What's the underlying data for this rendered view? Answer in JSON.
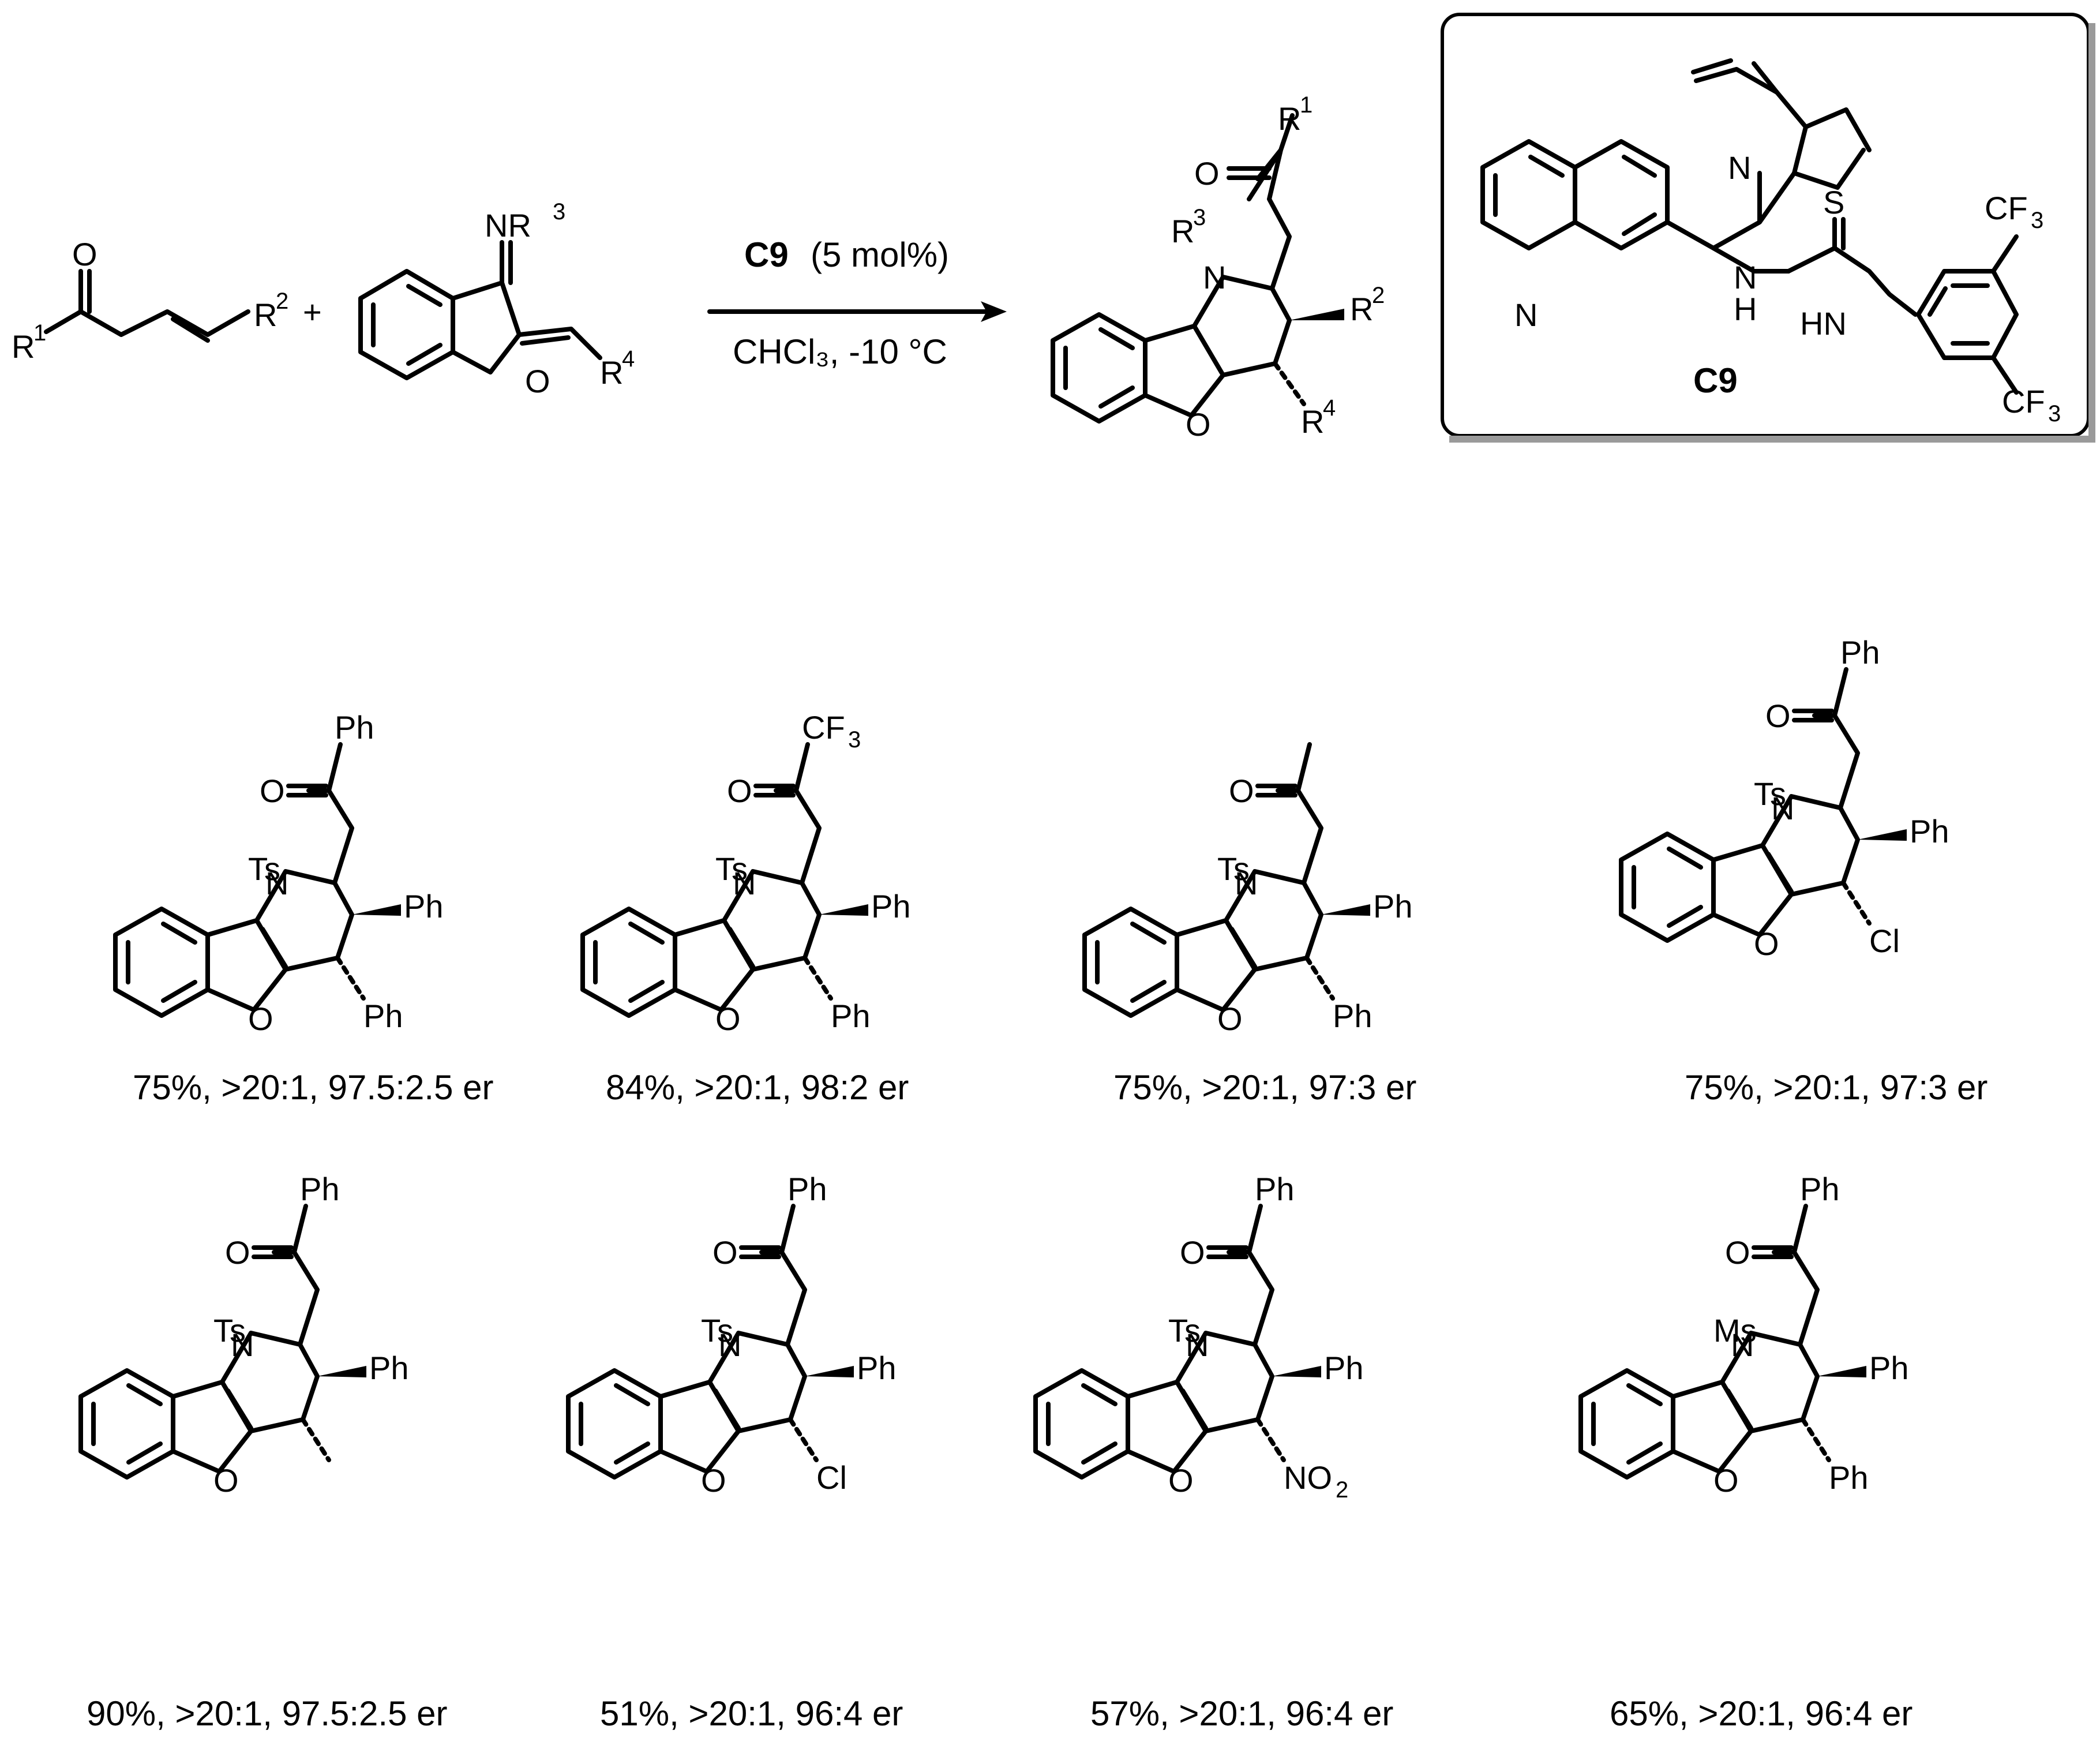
{
  "reaction": {
    "ketone_labels": {
      "o": "O",
      "r1": "R",
      "r1_sup": "1",
      "r2": "R",
      "r2_sup": "2"
    },
    "plus": "+",
    "imine_labels": {
      "n": "NR",
      "n_sup": "3",
      "o": "O",
      "r4": "R",
      "r4_sup": "4"
    },
    "catalyst_label": "C9",
    "catalyst_loading": "(5 mol%)",
    "conditions": "CHCl₃, -10 °C",
    "product_labels": {
      "r1": "R",
      "r1_sup": "1",
      "o_carbonyl": "O",
      "r3": "R",
      "r3_sup": "3",
      "n": "N",
      "r2": "R",
      "r2_sup": "2",
      "r4": "R",
      "r4_sup": "4",
      "o_ring": "O"
    }
  },
  "catalyst_box": {
    "name": "C9",
    "labels": {
      "n_quinoline": "N",
      "n_bicyclic": "N",
      "s": "S",
      "nh1": "N",
      "nh1_h": "H",
      "nh2": "HN",
      "cf3_top": "CF",
      "cf3_top_sub": "3",
      "cf3_bottom": "CF",
      "cf3_bottom_sub": "3"
    }
  },
  "products": [
    {
      "n_substituent": "Ts",
      "acyl": "Ph",
      "r2": "Ph",
      "r4": "Ph",
      "caption": "75%, >20:1, 97.5:2.5 er"
    },
    {
      "n_substituent": "Ts",
      "acyl": "CF",
      "acyl_sub": "3",
      "r2": "Ph",
      "r4": "Ph",
      "caption": "84%, >20:1, 98:2 er"
    },
    {
      "n_substituent": "Ts",
      "acyl": "",
      "r2": "Ph",
      "r4": "Ph",
      "caption": "75%, >20:1, 97:3 er"
    },
    {
      "n_substituent": "Ts",
      "acyl": "Ph",
      "r2": "Ph",
      "r4": "Cl",
      "caption": "75%, >20:1, 97:3 er"
    },
    {
      "n_substituent": "Ts",
      "acyl": "Ph",
      "r2": "Ph",
      "r4": "",
      "caption": "90%, >20:1, 97.5:2.5 er"
    },
    {
      "n_substituent": "Ts",
      "acyl": "Ph",
      "r2": "Ph",
      "r4": "Cl",
      "caption": "51%, >20:1, 96:4 er"
    },
    {
      "n_substituent": "Ts",
      "acyl": "Ph",
      "r2": "Ph",
      "r4": "NO",
      "r4_sub": "2",
      "caption": "57%, >20:1, 96:4 er"
    },
    {
      "n_substituent": "Ms",
      "acyl": "Ph",
      "r2": "Ph",
      "r4": "Ph",
      "caption": "65%, >20:1, 96:4 er"
    }
  ]
}
